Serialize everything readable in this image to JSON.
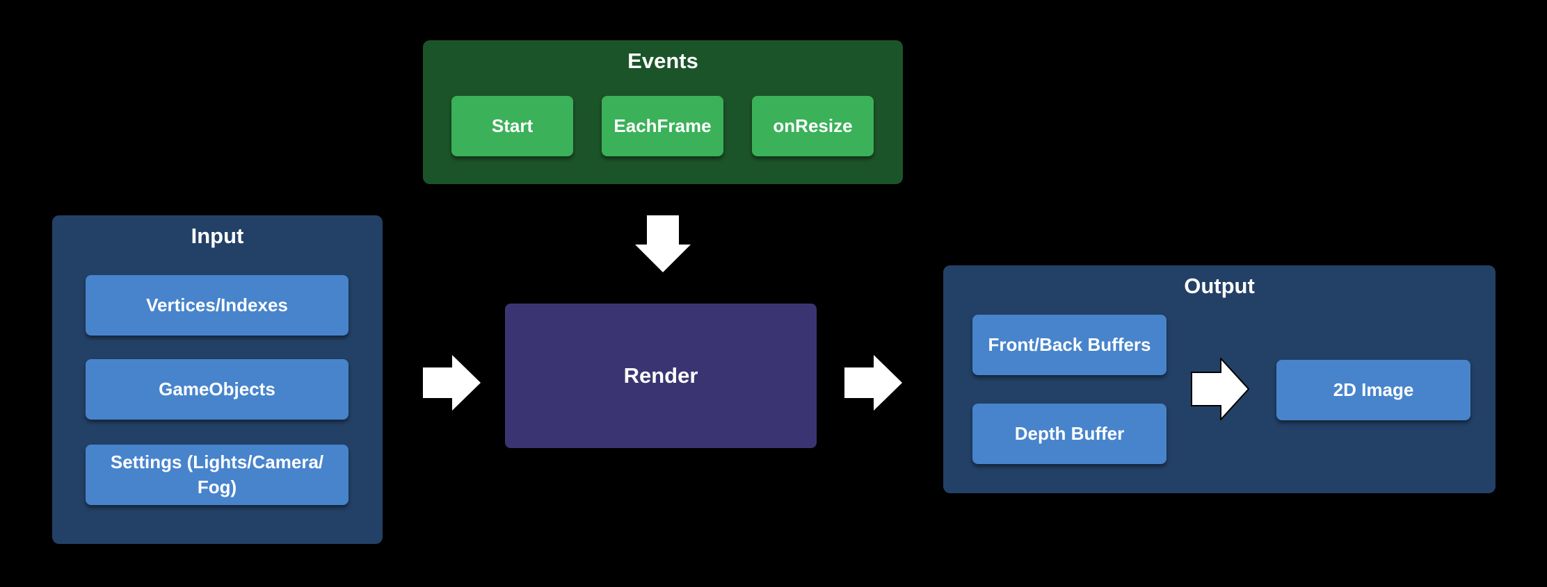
{
  "colors": {
    "background": "#000000",
    "panel_blue": "#234166",
    "panel_green": "#1c5429",
    "box_blue": "#4884cc",
    "box_green": "#3bb15a",
    "render": "#3a3572",
    "arrow": "#ffffff"
  },
  "events": {
    "title": "Events",
    "items": [
      "Start",
      "EachFrame",
      "onResize"
    ]
  },
  "input": {
    "title": "Input",
    "items": [
      "Vertices/Indexes",
      "GameObjects",
      "Settings (Lights/Camera/\nFog)"
    ]
  },
  "render": {
    "label": "Render"
  },
  "output": {
    "title": "Output",
    "buffers": [
      "Front/Back Buffers",
      "Depth Buffer"
    ],
    "result": "2D Image"
  },
  "icons": [
    "arrow-down-icon",
    "arrow-right-icon"
  ]
}
